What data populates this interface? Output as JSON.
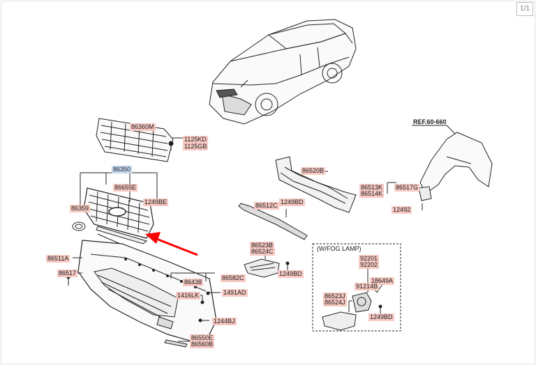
{
  "viewer": {
    "page_counter": "1/1"
  },
  "diagram": {
    "ref_label": "REF.60-660",
    "fog_group_title": "(W/FOG LAMP)",
    "parts": {
      "p86360M": "86360M",
      "p1125KD": "1125KD",
      "p1125GB": "1125GB",
      "p86350": "86350",
      "p86655E": "86655E",
      "p86359": "86359",
      "p1249BE": "1249BE",
      "p86520B": "86520B",
      "p86513K": "86513K",
      "p86514K": "86514K",
      "p86517G": "86517G",
      "p12492": "12492",
      "p86512C": "86512C",
      "p1249BD_a": "1249BD",
      "p86511A": "86511A",
      "p86517": "86517",
      "p86523B": "86523B",
      "p86524C": "86524C",
      "p1249BD_b": "1249BD",
      "p86438": "86438",
      "p86582C": "86582C",
      "p1416LK": "1416LK",
      "p1491AD": "1491AD",
      "p1244BJ": "1244BJ",
      "p86550E": "86550E",
      "p86560B": "86560B",
      "p92201": "92201",
      "p92202": "92202",
      "p18649A": "18649A",
      "p91214B": "91214B",
      "p86523J": "86523J",
      "p86524J": "86524J",
      "p1249BD_c": "1249BD"
    }
  }
}
